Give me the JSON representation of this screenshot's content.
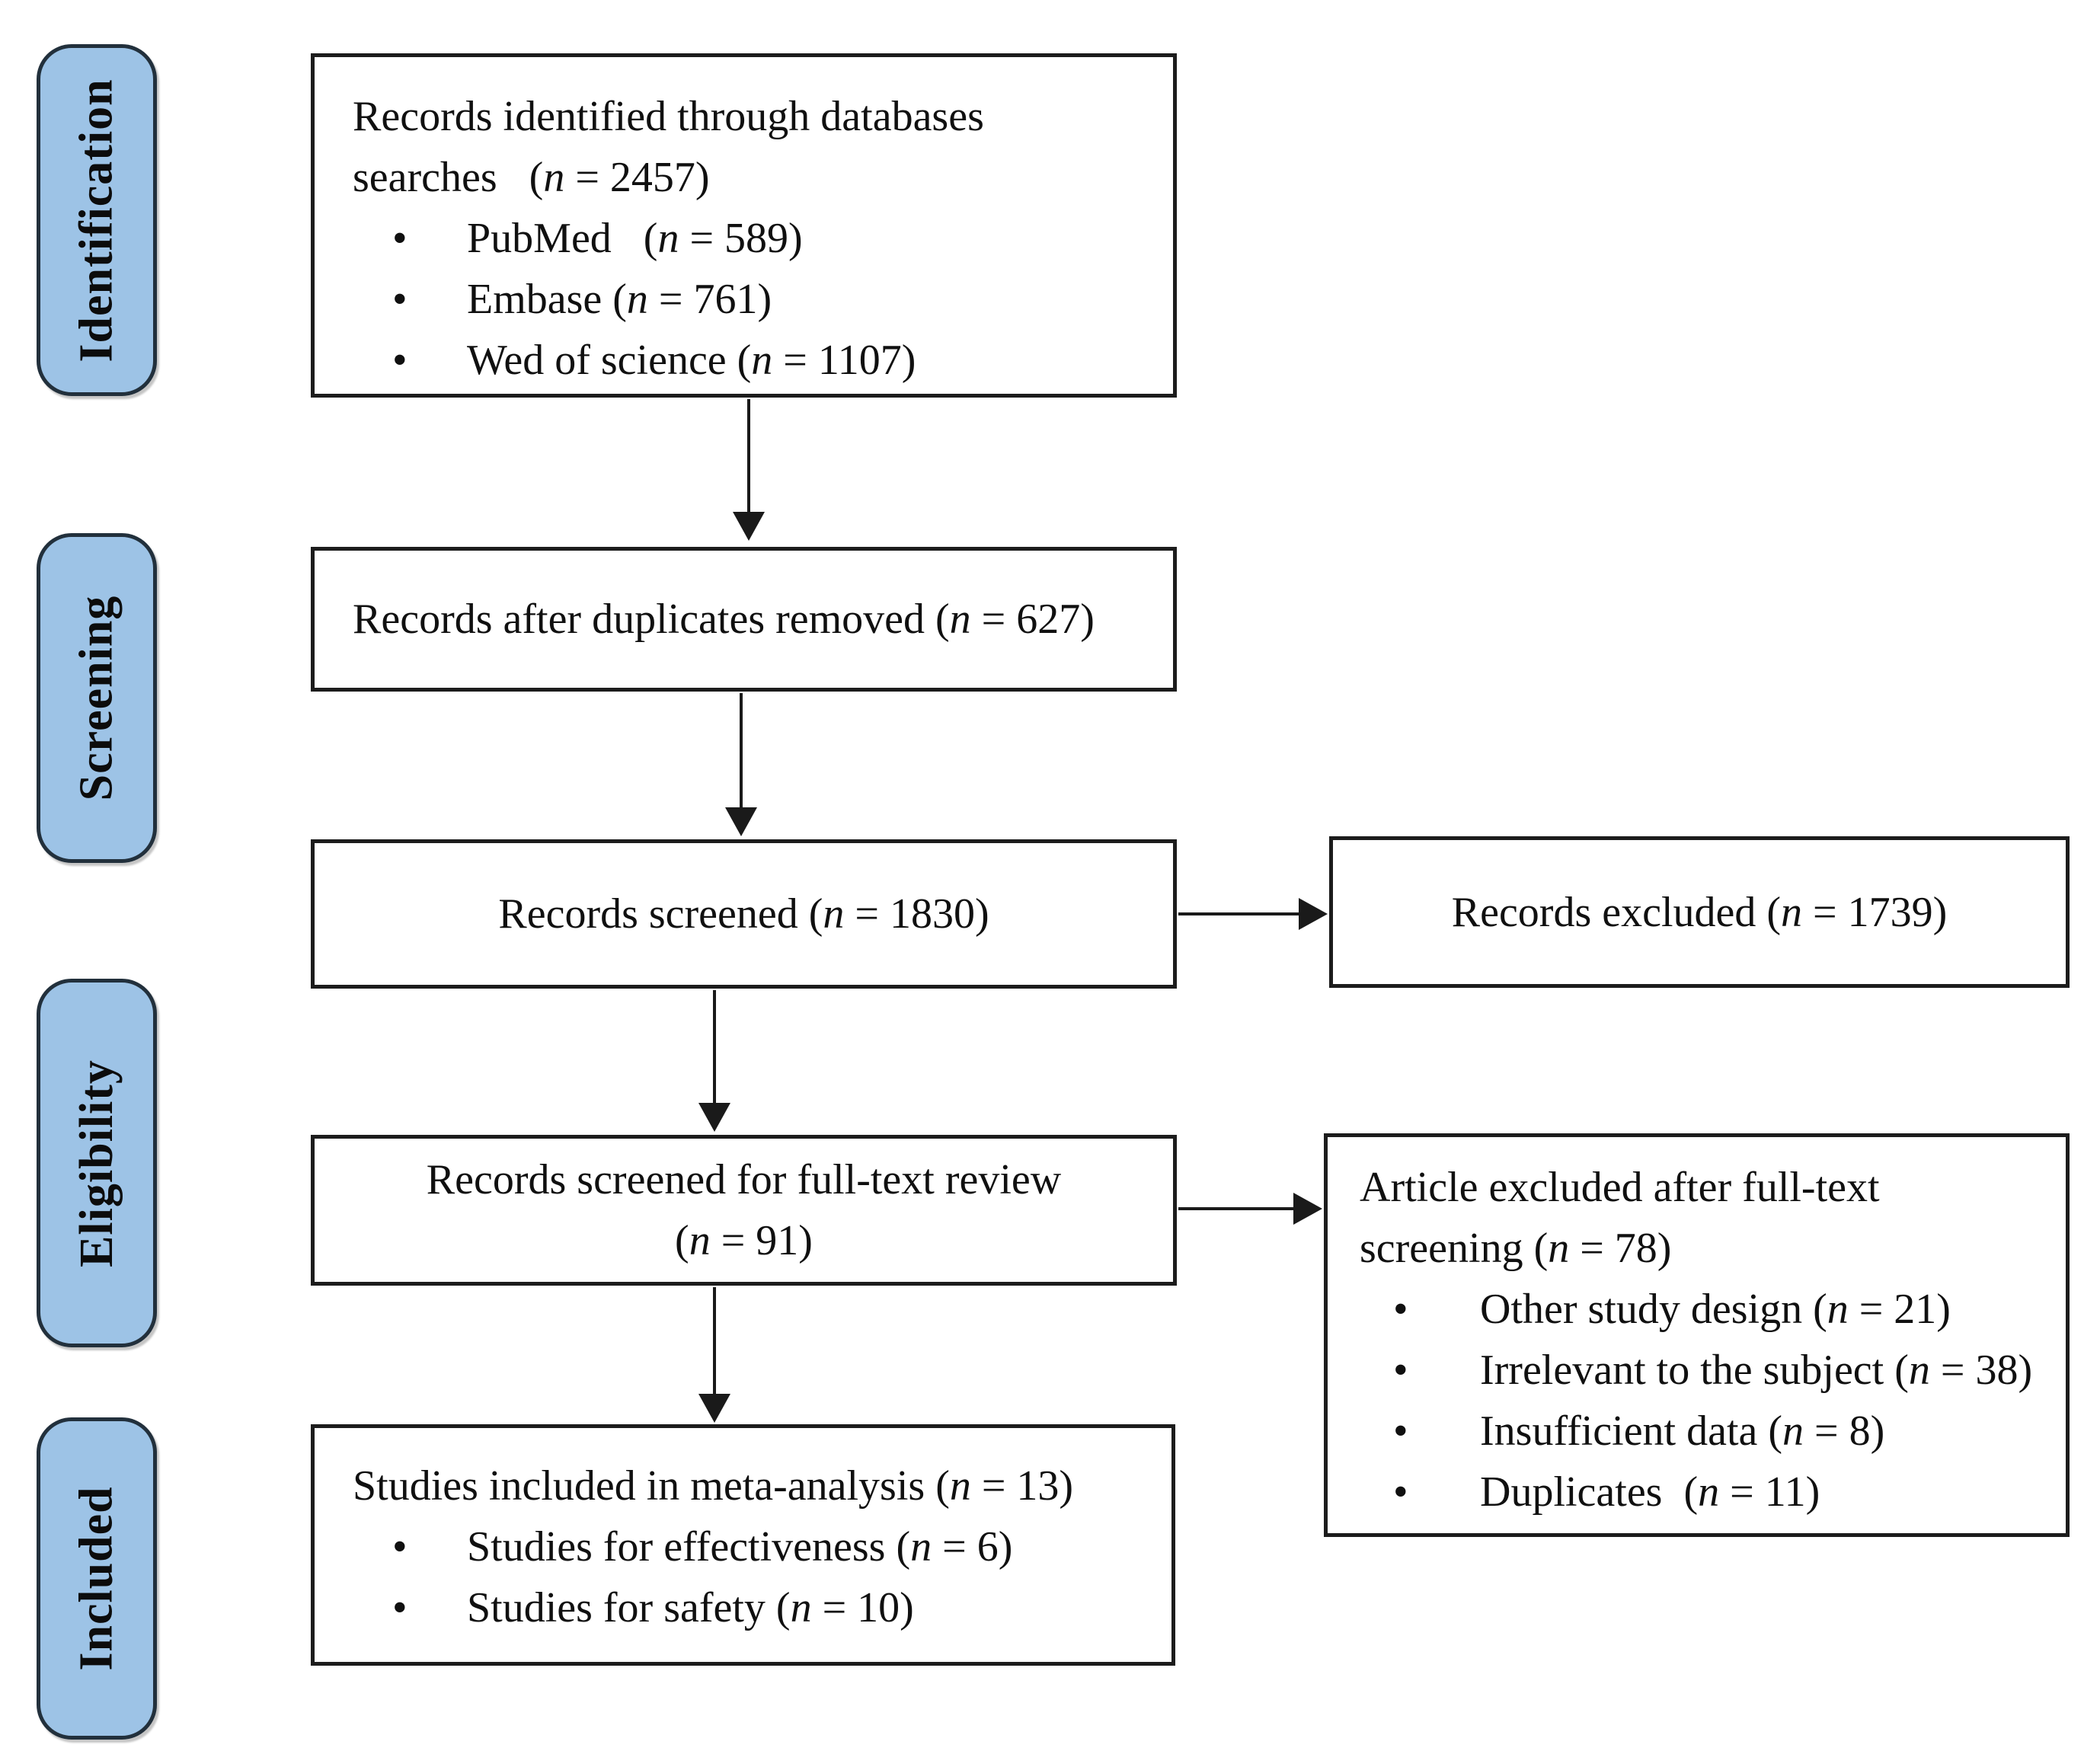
{
  "colors": {
    "stage_fill": "#9DC3E6",
    "stage_border": "#22303C",
    "box_border": "#1C1C1C",
    "arrow": "#1A1A1A",
    "background": "#FFFFFF",
    "text": "#101010"
  },
  "stages": [
    {
      "label": "Identification"
    },
    {
      "label": "Screening"
    },
    {
      "label": "Eligibility"
    },
    {
      "label": "Included"
    }
  ],
  "boxes": {
    "identified": {
      "title_lines": [
        "Records identified through databases",
        "searches   (n = 2457)"
      ],
      "items": [
        "PubMed   (n = 589)",
        "Embase (n = 761)",
        "Wed of science (n = 1107)"
      ]
    },
    "duplicates_removed": {
      "text": "Records after duplicates removed (n = 627)"
    },
    "screened": {
      "text": "Records screened (n = 1830)"
    },
    "full_text_review": {
      "lines": [
        "Records screened for full-text review",
        "(n = 91)"
      ]
    },
    "included_studies": {
      "title": "Studies included in meta-analysis (n = 13)",
      "items": [
        "Studies for effectiveness (n = 6)",
        "Studies for safety (n = 10)"
      ]
    },
    "records_excluded": {
      "text": "Records excluded (n = 1739)"
    },
    "articles_excluded": {
      "title_lines": [
        "Article excluded after full-text",
        "screening (n = 78)"
      ],
      "items": [
        "Other study design (n = 21)",
        "Irrelevant to the subject (n = 38)",
        "Insufficient data (n = 8)",
        "Duplicates  (n = 11)"
      ]
    }
  }
}
